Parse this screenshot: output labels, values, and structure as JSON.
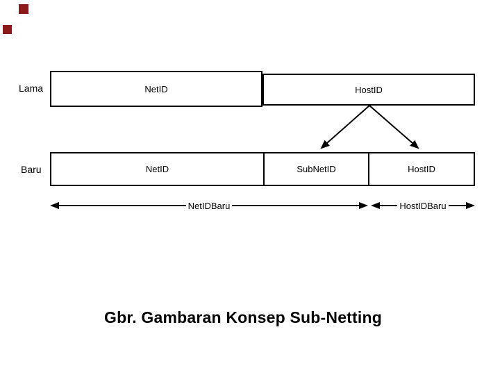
{
  "slide": {
    "background": "#ffffff",
    "decor_squares": [
      {
        "name": "top-left-square-upper",
        "color": "#8B1A1A"
      },
      {
        "name": "top-left-square-lower",
        "color": "#8B1A1A"
      }
    ],
    "rows": {
      "old": {
        "side_label": "Lama",
        "cells": [
          {
            "label": "NetID"
          },
          {
            "label": "HostID"
          }
        ]
      },
      "new": {
        "side_label": "Baru",
        "cells": [
          {
            "label": "NetID"
          },
          {
            "label": "SubNetID"
          },
          {
            "label": "HostID"
          }
        ]
      }
    },
    "span_arrows": [
      {
        "label": "NetIDBaru"
      },
      {
        "label": "HostIDBaru"
      }
    ],
    "caption": "Gbr. Gambaran Konsep Sub-Netting",
    "colors": {
      "line": "#000000",
      "text": "#000000",
      "decor_square": "#8B1A1A"
    }
  }
}
